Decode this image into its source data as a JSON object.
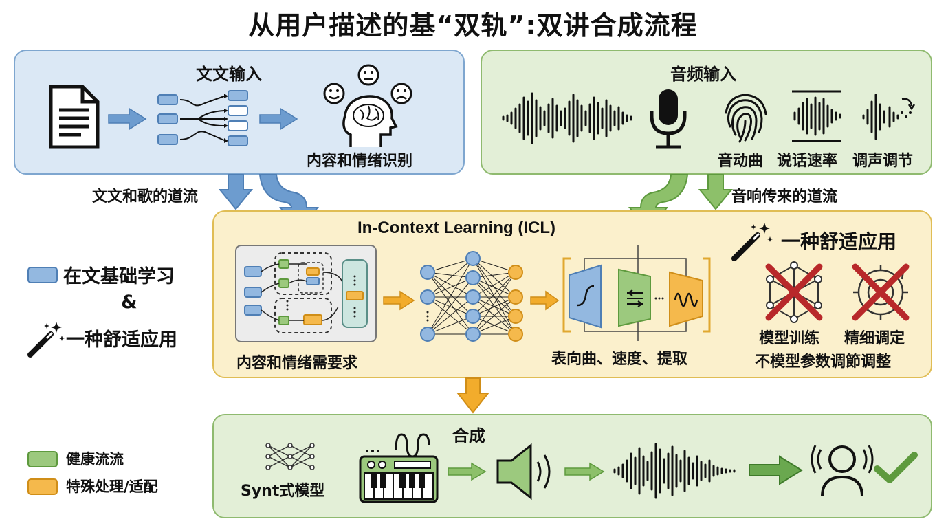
{
  "title": "从用户描述的基“双轨”:双讲合成流程",
  "text_input": {
    "title": "文文输入",
    "caption": "内容和情绪识别"
  },
  "audio_input": {
    "title": "音频输入",
    "caption_timbre": "音动曲",
    "caption_rate": "说话速率",
    "caption_pitch": "调声调节"
  },
  "flows": {
    "text_flow": "文文和歌的道流",
    "audio_flow": "音响传来的道流"
  },
  "icl": {
    "title": "In-Context Learning (ICL)",
    "left_caption": "内容和情绪需要求",
    "right_caption": "表向曲、速度、提取",
    "magic_title": "一种舒适应用",
    "no_training": "模型训练",
    "fine_tune": "精细调定",
    "no_param": "不模型参数调節调整"
  },
  "left_legend": {
    "item1": "在文基础学习",
    "amp": "&",
    "item2": "一种舒适应用"
  },
  "synthesis": {
    "title": "合成",
    "model_label": "Synt式模型"
  },
  "bottom_legend": {
    "green": "健康流流",
    "orange": "特殊处理/适配"
  },
  "colors": {
    "blue_fill": "#93b8e0",
    "blue_stroke": "#4f7fb5",
    "green_fill": "#9cc97e",
    "green_stroke": "#5e9a3e",
    "orange_fill": "#f5b94c",
    "orange_stroke": "#d08e18",
    "red_cross": "#b8282a"
  }
}
